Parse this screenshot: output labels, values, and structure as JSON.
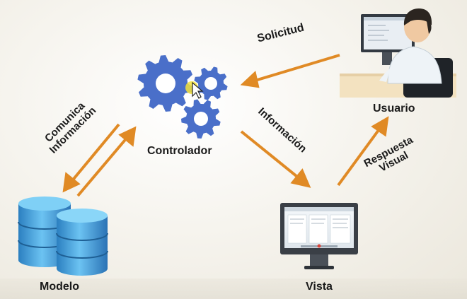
{
  "diagram": {
    "nodes": {
      "controller": "Controlador",
      "model": "Modelo",
      "view": "Vista",
      "user": "Usuario"
    },
    "edges": {
      "request": "Solicitud",
      "information": "Información",
      "communicates_line1": "Comunica",
      "communicates_line2": "Información",
      "visual_response_line1": "Respuesta",
      "visual_response_line2": "Visual"
    },
    "colors": {
      "arrow": "#e08a25",
      "gear": "#4a6fc9",
      "database": "#4aa6dc",
      "monitor_frame": "#3a3f46",
      "shirt": "#eef3f7",
      "hair": "#2b2520"
    },
    "icons": [
      "gears-icon",
      "database-icon",
      "monitor-icon",
      "user-at-desk-icon",
      "mouse-cursor-icon"
    ]
  }
}
